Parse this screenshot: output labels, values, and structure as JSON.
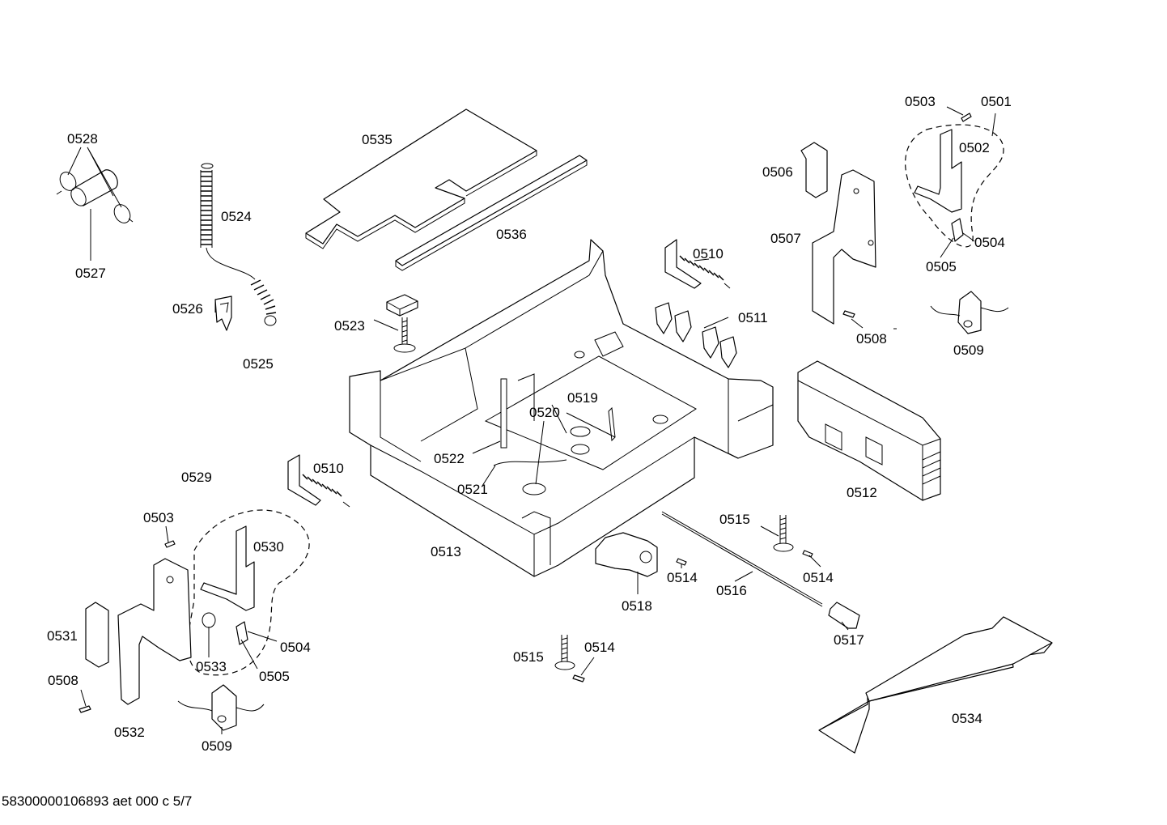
{
  "footer": {
    "code": "58300000106893 aet 000 c 5/7"
  },
  "labels": [
    "0501",
    "0502",
    "0503",
    "0504",
    "0505",
    "0506",
    "0507",
    "0508",
    "0509",
    "0510",
    "0511",
    "0512",
    "0513",
    "0514",
    "0515",
    "0516",
    "0517",
    "0518",
    "0519",
    "0520",
    "0521",
    "0522",
    "0523",
    "0524",
    "0525",
    "0526",
    "0527",
    "0528",
    "0529",
    "0530",
    "0531",
    "0532",
    "0533",
    "0534",
    "0535",
    "0536",
    "0503",
    "0504",
    "0505",
    "0508",
    "0509",
    "0510",
    "0514",
    "0514",
    "0515"
  ]
}
